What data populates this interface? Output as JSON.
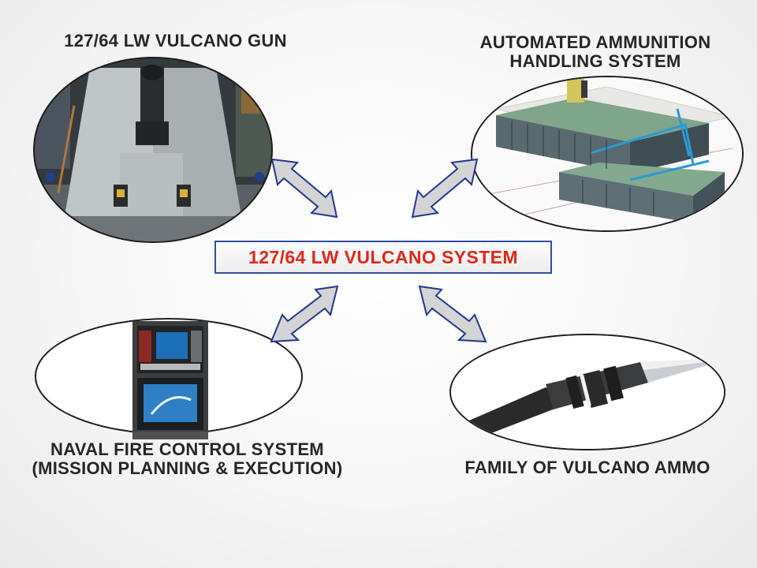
{
  "labels": {
    "gun": "127/64 LW VULCANO GUN",
    "ahs_line1": "AUTOMATED AMMUNITION",
    "ahs_line2": "HANDLING SYSTEM",
    "fcs_line1": "NAVAL FIRE CONTROL SYSTEM",
    "fcs_line2": "(MISSION PLANNING & EXECUTION)",
    "ammo": "FAMILY OF VULCANO AMMO"
  },
  "center": {
    "label": "127/64 LW VULCANO SYSTEM"
  },
  "colors": {
    "center_text": "#e0281a",
    "box_border": "#2f4f9c",
    "arrow_fill": "#d4d4d4",
    "arrow_stroke": "#23378f",
    "label_text": "#262626"
  }
}
